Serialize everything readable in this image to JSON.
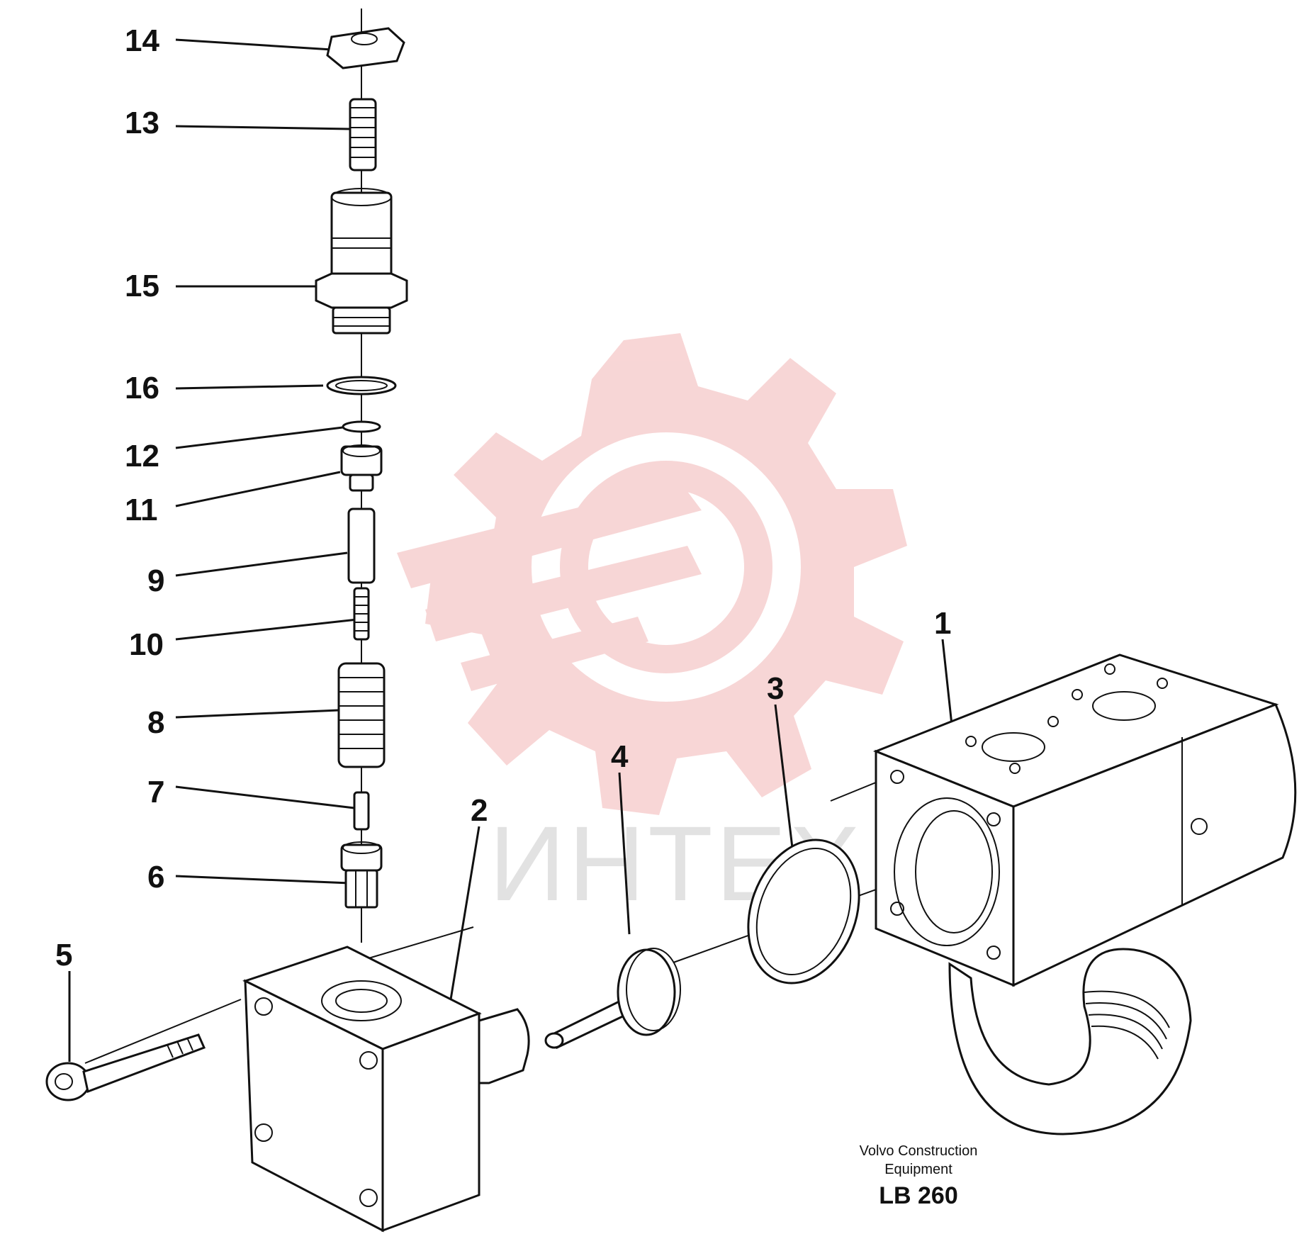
{
  "callouts": [
    "1",
    "2",
    "3",
    "4",
    "5",
    "6",
    "7",
    "8",
    "9",
    "10",
    "11",
    "12",
    "13",
    "14",
    "15",
    "16"
  ],
  "caption": {
    "line1": "Volvo Construction",
    "line2": "Equipment",
    "code": "LB 260"
  },
  "watermark": {
    "text": "ИНТЕХ",
    "logo_color": "#f6c8c8",
    "text_color": "#e2e2e2"
  }
}
